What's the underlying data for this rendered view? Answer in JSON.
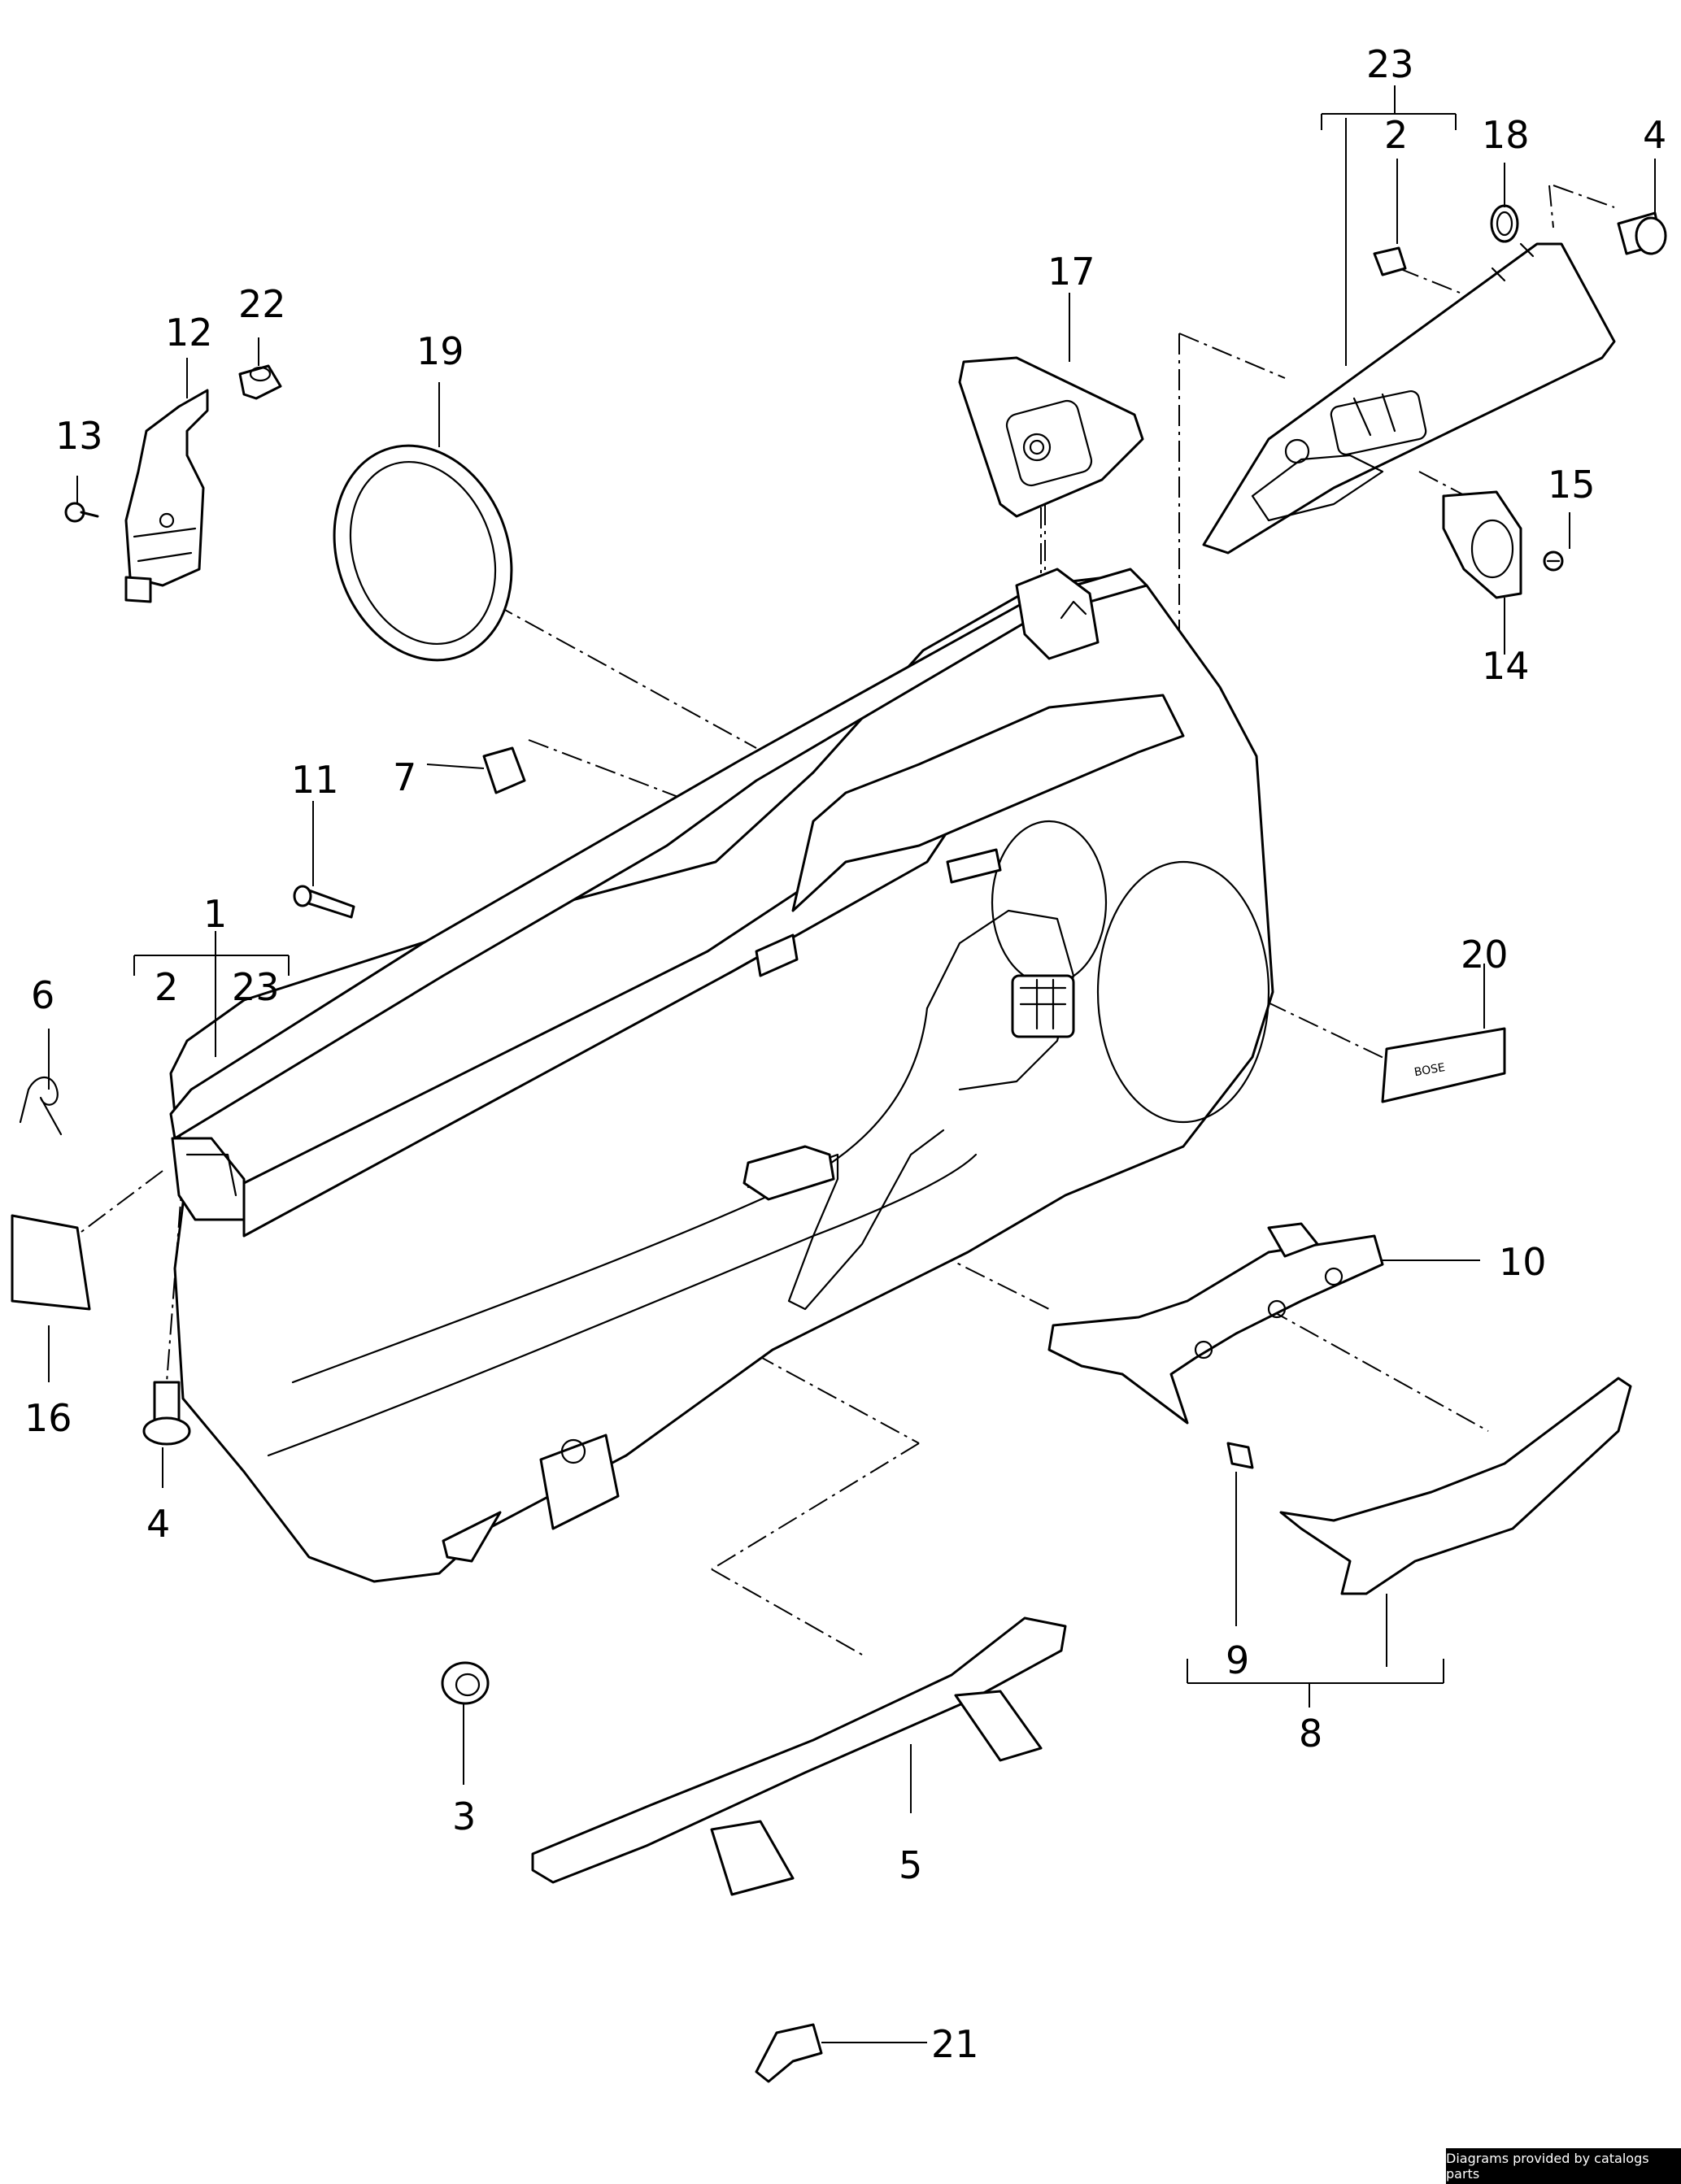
{
  "callouts": {
    "c1": "1",
    "c2a": "2",
    "c2b": "2",
    "c3": "3",
    "c4a": "4",
    "c4b": "4",
    "c5": "5",
    "c6": "6",
    "c7": "7",
    "c8": "8",
    "c9": "9",
    "c10": "10",
    "c11": "11",
    "c12": "12",
    "c13": "13",
    "c14": "14",
    "c15": "15",
    "c16": "16",
    "c17": "17",
    "c18": "18",
    "c19": "19",
    "c20": "20",
    "c21": "21",
    "c22": "22",
    "c23a": "23",
    "c23b": "23"
  },
  "badge_text": "BOSE",
  "credit": "Diagrams provided by catalogs parts"
}
